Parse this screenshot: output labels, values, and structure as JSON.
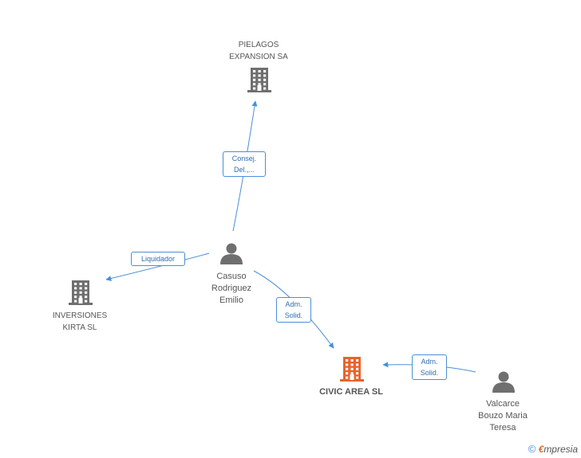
{
  "diagram": {
    "nodes": {
      "pielagos": {
        "lines": [
          "PIELAGOS",
          "EXPANSION SA"
        ],
        "kind": "company",
        "icon": "building-icon",
        "color": "#6f6f6f"
      },
      "inversiones": {
        "lines": [
          "INVERSIONES",
          "KIRTA SL"
        ],
        "kind": "company",
        "icon": "building-icon",
        "color": "#6f6f6f"
      },
      "civic": {
        "lines": [
          "CIVIC AREA SL"
        ],
        "kind": "focus-company",
        "icon": "building-icon",
        "color": "#e8632a"
      },
      "casuso": {
        "lines": [
          "Casuso",
          "Rodriguez",
          "Emilio"
        ],
        "kind": "person",
        "icon": "person-icon",
        "color": "#6f6f6f"
      },
      "valcarce": {
        "lines": [
          "Valcarce",
          "Bouzo Maria",
          "Teresa"
        ],
        "kind": "person",
        "icon": "person-icon",
        "color": "#6f6f6f"
      }
    },
    "edges": [
      {
        "from": "casuso",
        "to": "pielagos",
        "label": [
          "Consej.",
          "Del.,..."
        ]
      },
      {
        "from": "casuso",
        "to": "inversiones",
        "label": [
          "Liquidador"
        ]
      },
      {
        "from": "casuso",
        "to": "civic",
        "label": [
          "Adm.",
          "Solid."
        ]
      },
      {
        "from": "valcarce",
        "to": "civic",
        "label": [
          "Adm.",
          "Solid."
        ]
      }
    ],
    "edge_color": "#4a8fd8"
  },
  "footer": {
    "copyright_symbol": "©",
    "brand_initial": "€",
    "brand_rest": "mpresia"
  }
}
